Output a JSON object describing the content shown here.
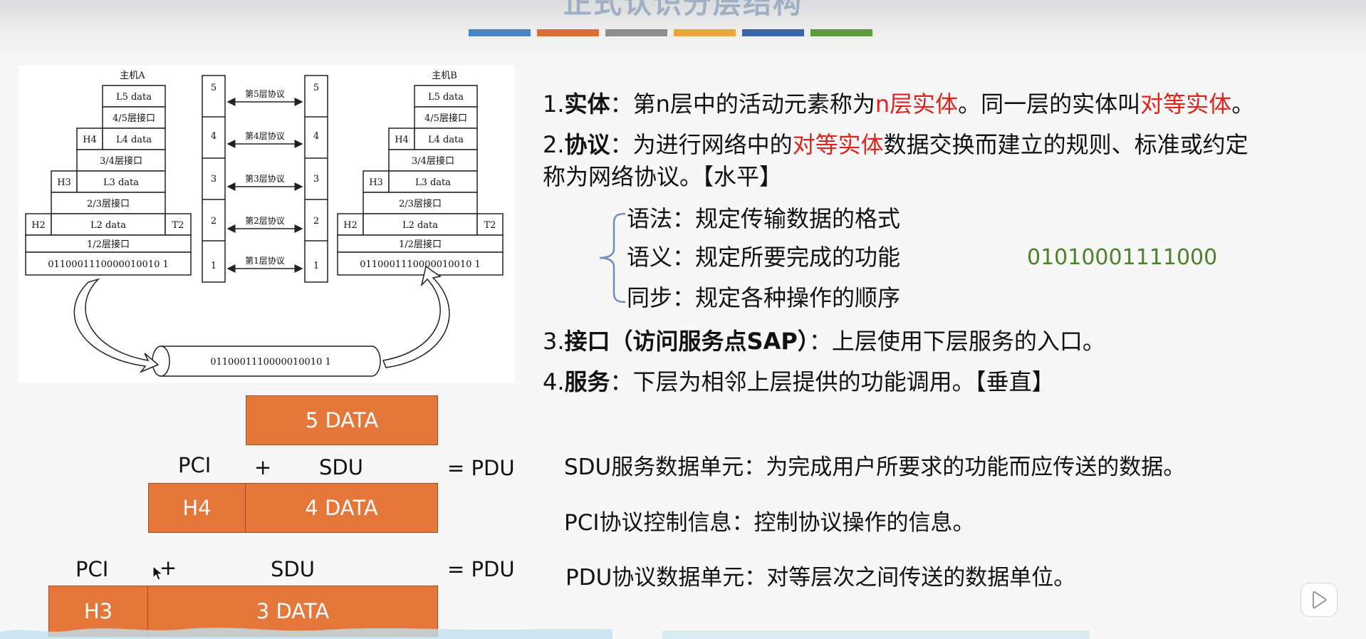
{
  "slide": {
    "title": "正式认识分层结构",
    "colors": [
      "#4a86c5",
      "#d9703a",
      "#8e8e8e",
      "#e8a63c",
      "#3c66a8",
      "#5e9a3e"
    ]
  },
  "figure": {
    "hostA": "主机A",
    "hostB": "主机B",
    "stack_rows": [
      "L5 data",
      "4/5层接口",
      "L4 data",
      "3/4层接口",
      "L3 data",
      "2/3层接口",
      "L2 data",
      "1/2层接口",
      "0110001110000010010 1"
    ],
    "headers": {
      "h4": "H4",
      "h3": "H3",
      "h2": "H2",
      "t2": "T2"
    },
    "bits": "0110001110000010010 1",
    "layer_numbers": [
      "5",
      "4",
      "3",
      "2",
      "1"
    ],
    "protocols": [
      "第5层协议",
      "第4层协议",
      "第3层协议",
      "第2层协议",
      "第1层协议"
    ],
    "pipe_bits": "0110001110000010010 1"
  },
  "points": {
    "p1": {
      "num": "1.",
      "term": "实体",
      "sep": "：",
      "t1": "第n层中的活动元素称为",
      "r1": "n层实体",
      "t2": "。同一层的实体叫",
      "r2": "对等实体",
      "t3": "。"
    },
    "p2": {
      "num": "2.",
      "term": "协议",
      "sep": "：",
      "t1": "为进行网络中的",
      "r1": "对等实体",
      "t2": "数据交换而建立的规则、标准或约定",
      "line2": "称为网络协议。【水平】"
    },
    "elements": [
      "语法：规定传输数据的格式",
      "语义：规定所要完成的功能",
      "同步：规定各种操作的顺序"
    ],
    "binary": "01010001111000",
    "p3": {
      "num": "3.",
      "term": "接口（访问服务点SAP）",
      "sep": "：",
      "text": "上层使用下层服务的入口。"
    },
    "p4": {
      "num": "4.",
      "term": "服务",
      "sep": "：",
      "text": "下层为相邻上层提供的功能调用。【垂直】"
    }
  },
  "pdu": {
    "data5": "5 DATA",
    "pci": "PCI",
    "plus": "+",
    "sdu": "SDU",
    "eq_pdu": "= PDU",
    "h4": "H4",
    "data4": "4 DATA",
    "h3": "H3",
    "data3": "3 DATA"
  },
  "definitions": [
    "SDU服务数据单元：为完成用户所要求的功能而应传送的数据。",
    "PCI协议控制信息：控制协议操作的信息。",
    "PDU协议数据单元：对等层次之间传送的数据单位。"
  ]
}
